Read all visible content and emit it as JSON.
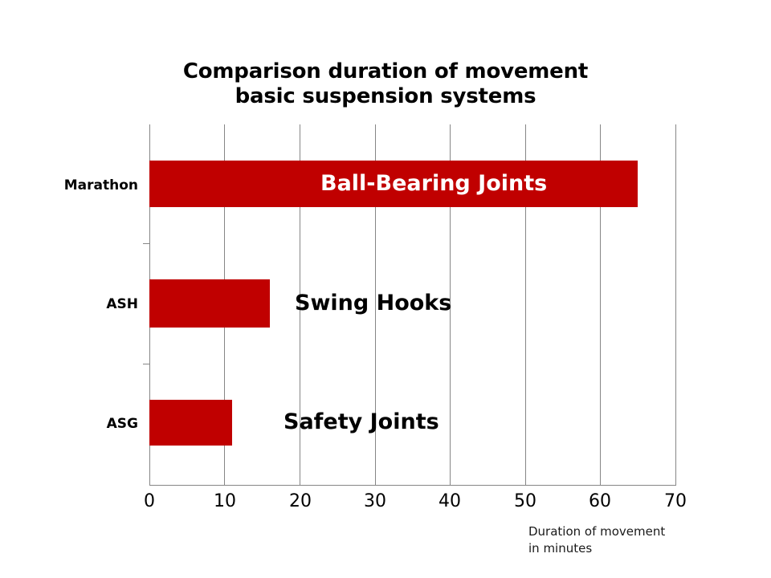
{
  "chart_data": {
    "type": "bar",
    "orientation": "horizontal",
    "title": "Comparison duration of movement\nbasic suspension systems",
    "categories": [
      "Marathon",
      "ASH",
      "ASG"
    ],
    "values": [
      65,
      16,
      11
    ],
    "point_labels": [
      "Ball-Bearing Joints",
      "Swing Hooks",
      "Safety Joints"
    ],
    "xlabel": "Duration of movement\nin minutes",
    "ylabel": "",
    "xlim": [
      0,
      70
    ],
    "xticks": [
      0,
      10,
      20,
      30,
      40,
      50,
      60,
      70
    ],
    "xtick_labels": [
      "0",
      "10",
      "20",
      "30",
      "40",
      "50",
      "60",
      "70"
    ],
    "grid": true,
    "grid_axis": "x",
    "legend": false,
    "bar_color": "#C00000",
    "grid_color": "#868686",
    "background_color": "#FFFFFF",
    "label_colors": [
      "#FFFFFF",
      "#000000",
      "#000000"
    ]
  }
}
